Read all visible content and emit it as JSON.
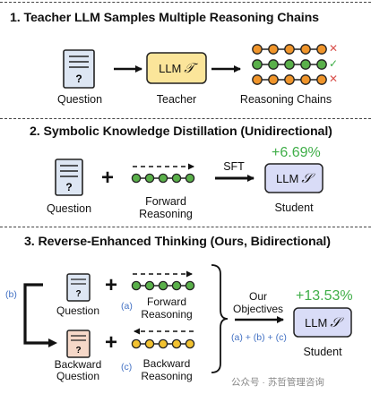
{
  "sections": [
    {
      "title": "1. Teacher LLM Samples Multiple Reasoning Chains",
      "question_label": "Question",
      "teacher_box": "LLM",
      "teacher_symbol": "𝒯",
      "teacher_label": "Teacher",
      "chains_label": "Reasoning Chains",
      "chain_marks": [
        "✕",
        "✓",
        "✕"
      ]
    },
    {
      "title": "2. Symbolic Knowledge Distillation (Unidirectional)",
      "question_label": "Question",
      "forward_label_1": "Forward",
      "forward_label_2": "Reasoning",
      "sft_label": "SFT",
      "gain": "+6.69%",
      "student_box": "LLM",
      "student_symbol": "𝒮",
      "student_label": "Student"
    },
    {
      "title": "3. Reverse-Enhanced Thinking (Ours, Bidirectional)",
      "question_label": "Question",
      "backward_question_1": "Backward",
      "backward_question_2": "Question",
      "forward_label_1": "Forward",
      "forward_label_2": "Reasoning",
      "backward_label_1": "Backward",
      "backward_label_2": "Reasoning",
      "tag_a": "(a)",
      "tag_b": "(b)",
      "tag_c": "(c)",
      "objectives_1": "Our",
      "objectives_2": "Objectives",
      "objectives_formula": "(a) + (b) + (c)",
      "gain": "+13.53%",
      "student_box": "LLM",
      "student_symbol": "𝒮",
      "student_label": "Student"
    }
  ],
  "watermark": "公众号 · 苏哲管理咨询",
  "colors": {
    "orange_node": "#f0952b",
    "green_node": "#5ab04a",
    "yellow_node": "#f2c230",
    "teacher_fill": "#fbe59a",
    "student_fill": "#d9dcf7",
    "doc_fill": "#dde6f3",
    "backdoc_fill": "#f6d8c8",
    "cross_red": "#d9534f",
    "check_green": "#3fae48"
  }
}
